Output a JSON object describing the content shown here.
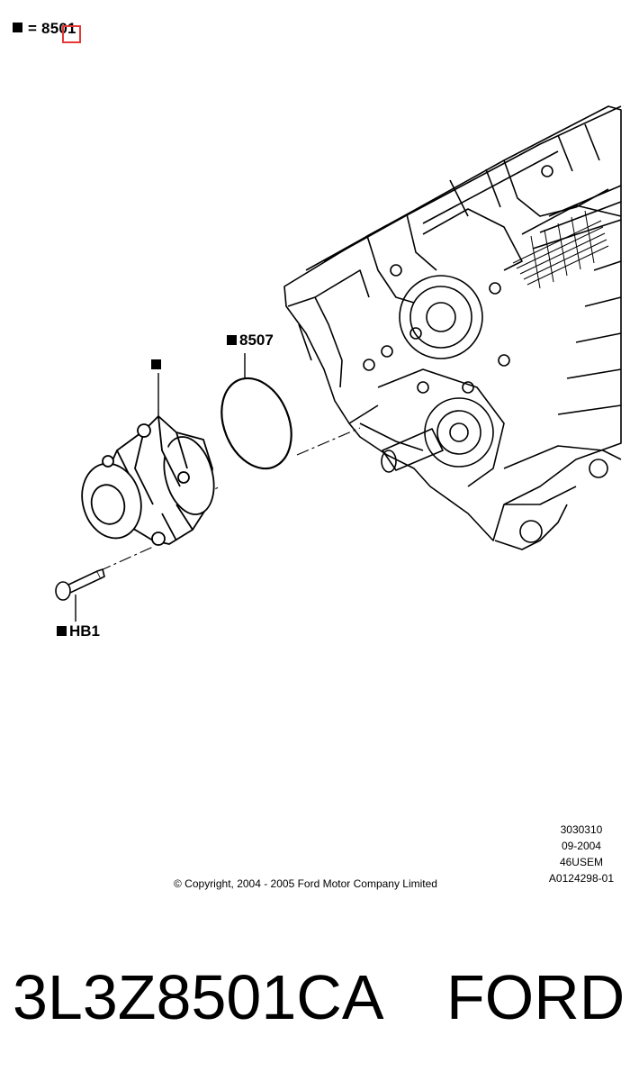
{
  "legend": {
    "text": "= 8501"
  },
  "callouts": {
    "gasket": "8507",
    "pump": "",
    "bolt": "HB1"
  },
  "drawing_info": {
    "line1": "3030310",
    "line2": "09-2004",
    "line3": "46USEM",
    "line4": "A0124298-01"
  },
  "copyright": "© Copyright, 2004 - 2005 Ford Motor Company Limited",
  "part": {
    "number": "3L3Z8501CA",
    "brand": "FORD"
  },
  "colors": {
    "highlight": "#e53935",
    "ink": "#000000"
  }
}
